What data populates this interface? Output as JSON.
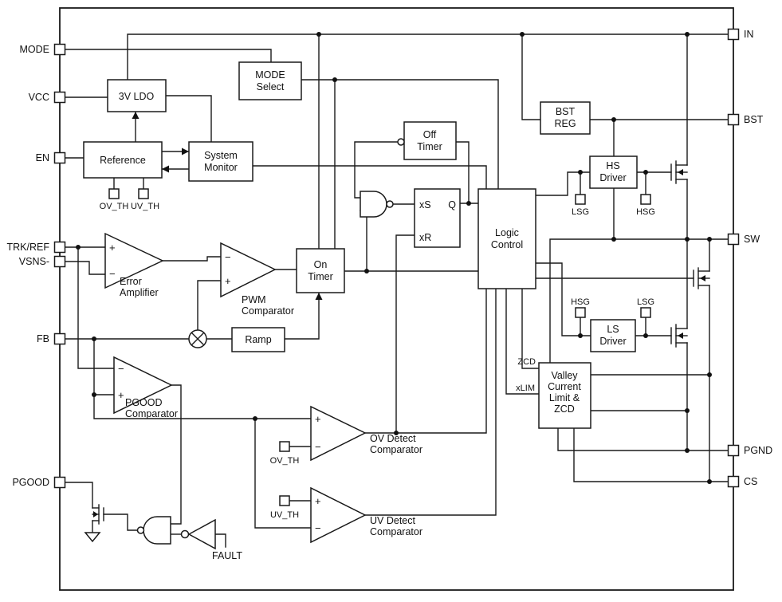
{
  "pins_left": [
    {
      "label": "MODE"
    },
    {
      "label": "VCC"
    },
    {
      "label": "EN"
    },
    {
      "label": "TRK/REF"
    },
    {
      "label": "VSNS-"
    },
    {
      "label": "FB"
    },
    {
      "label": "PGOOD"
    }
  ],
  "pins_right": [
    {
      "label": "IN"
    },
    {
      "label": "BST"
    },
    {
      "label": "SW"
    },
    {
      "label": "PGND"
    },
    {
      "label": "CS"
    }
  ],
  "blocks": {
    "ldo": {
      "l1": "3V LDO"
    },
    "mode_select": {
      "l1": "MODE",
      "l2": "Select"
    },
    "reference": {
      "l1": "Reference"
    },
    "system_monitor": {
      "l1": "System",
      "l2": "Monitor"
    },
    "off_timer": {
      "l1": "Off",
      "l2": "Timer"
    },
    "on_timer": {
      "l1": "On",
      "l2": "Timer"
    },
    "logic_control": {
      "l1": "Logic",
      "l2": "Control"
    },
    "bst_reg": {
      "l1": "BST",
      "l2": "REG"
    },
    "hs_driver": {
      "l1": "HS",
      "l2": "Driver"
    },
    "ls_driver": {
      "l1": "LS",
      "l2": "Driver"
    },
    "valley": {
      "l1": "Valley",
      "l2": "Current",
      "l3": "Limit &",
      "l4": "ZCD"
    },
    "ramp": {
      "l1": "Ramp"
    },
    "latch": {
      "s": "xS",
      "r": "xR",
      "q": "Q"
    }
  },
  "amps": {
    "error": {
      "l1": "Error",
      "l2": "Amplifier"
    },
    "pwm": {
      "l1": "PWM",
      "l2": "Comparator"
    },
    "pgood": {
      "l1": "PGOOD",
      "l2": "Comparator"
    },
    "ov": {
      "l1": "OV Detect",
      "l2": "Comparator"
    },
    "uv": {
      "l1": "UV Detect",
      "l2": "Comparator"
    }
  },
  "signals": {
    "ov_th": "OV_TH",
    "uv_th": "UV_TH",
    "lsg": "LSG",
    "hsg": "HSG",
    "zcd": "ZCD",
    "xlim": "xLIM",
    "fault": "FAULT"
  },
  "sym": {
    "plus": "+",
    "minus": "−"
  },
  "colors": {
    "line": "#1a1a1a",
    "bg": "#ffffff"
  }
}
